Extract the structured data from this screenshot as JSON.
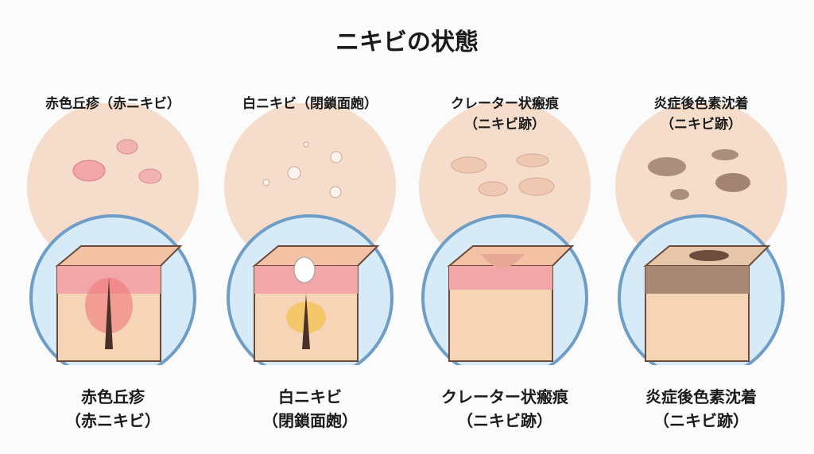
{
  "title": "ニキビの状態",
  "columns": [
    {
      "top_line1": "赤色丘疹（赤ニキビ）",
      "top_line2": "",
      "bottom_line1": "赤色丘疹",
      "bottom_line2": "（赤ニキビ）"
    },
    {
      "top_line1": "白ニキビ（閉鎖面皰）",
      "top_line2": "",
      "bottom_line1": "白ニキビ",
      "bottom_line2": "（閉鎖面皰）"
    },
    {
      "top_line1": "クレーター状瘢痕",
      "top_line2": "（ニキビ跡）",
      "bottom_line1": "クレーター状瘢痕",
      "bottom_line2": "（ニキビ跡）"
    },
    {
      "top_line1": "炎症後色素沈着",
      "top_line2": "（ニキビ跡）",
      "bottom_line1": "炎症後色素沈着",
      "bottom_line2": "（ニキビ跡）"
    }
  ],
  "colors": {
    "skin": "#f5d9c6",
    "ring": "#6e9ec8",
    "ring_fill": "#d6eaf7"
  }
}
